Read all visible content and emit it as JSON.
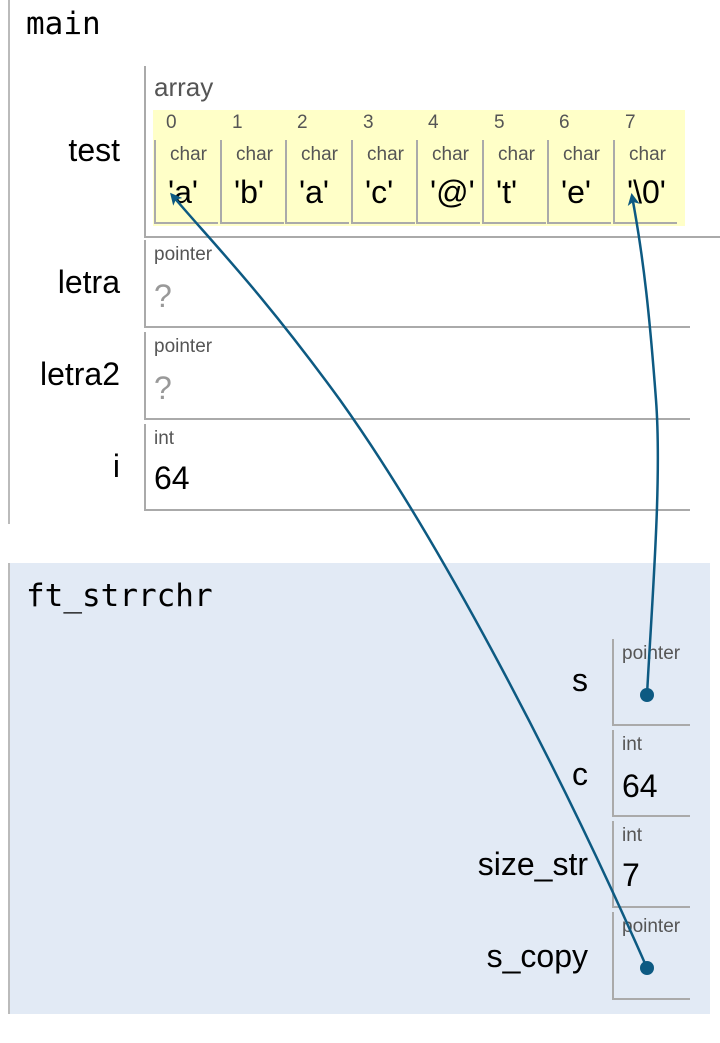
{
  "frames": {
    "main": {
      "title": "main",
      "test": {
        "name": "test",
        "type": "array",
        "indices": [
          "0",
          "1",
          "2",
          "3",
          "4",
          "5",
          "6",
          "7"
        ],
        "cells": [
          {
            "type": "char",
            "value": "'a'"
          },
          {
            "type": "char",
            "value": "'b'"
          },
          {
            "type": "char",
            "value": "'a'"
          },
          {
            "type": "char",
            "value": "'c'"
          },
          {
            "type": "char",
            "value": "'@'"
          },
          {
            "type": "char",
            "value": "'t'"
          },
          {
            "type": "char",
            "value": "'e'"
          },
          {
            "type": "char",
            "value": "'\\0'"
          }
        ]
      },
      "letra": {
        "name": "letra",
        "type": "pointer",
        "value": "?"
      },
      "letra2": {
        "name": "letra2",
        "type": "pointer",
        "value": "?"
      },
      "i": {
        "name": "i",
        "type": "int",
        "value": "64"
      }
    },
    "ft_strrchr": {
      "title": "ft_strrchr",
      "s": {
        "name": "s",
        "type": "pointer"
      },
      "c": {
        "name": "c",
        "type": "int",
        "value": "64"
      },
      "size_str": {
        "name": "size_str",
        "type": "int",
        "value": "7"
      },
      "s_copy": {
        "name": "s_copy",
        "type": "pointer"
      }
    }
  },
  "colors": {
    "arrow": "#0d5a82",
    "array_bg": "#ffffc8",
    "frame_bg": "#e2eaf5"
  }
}
